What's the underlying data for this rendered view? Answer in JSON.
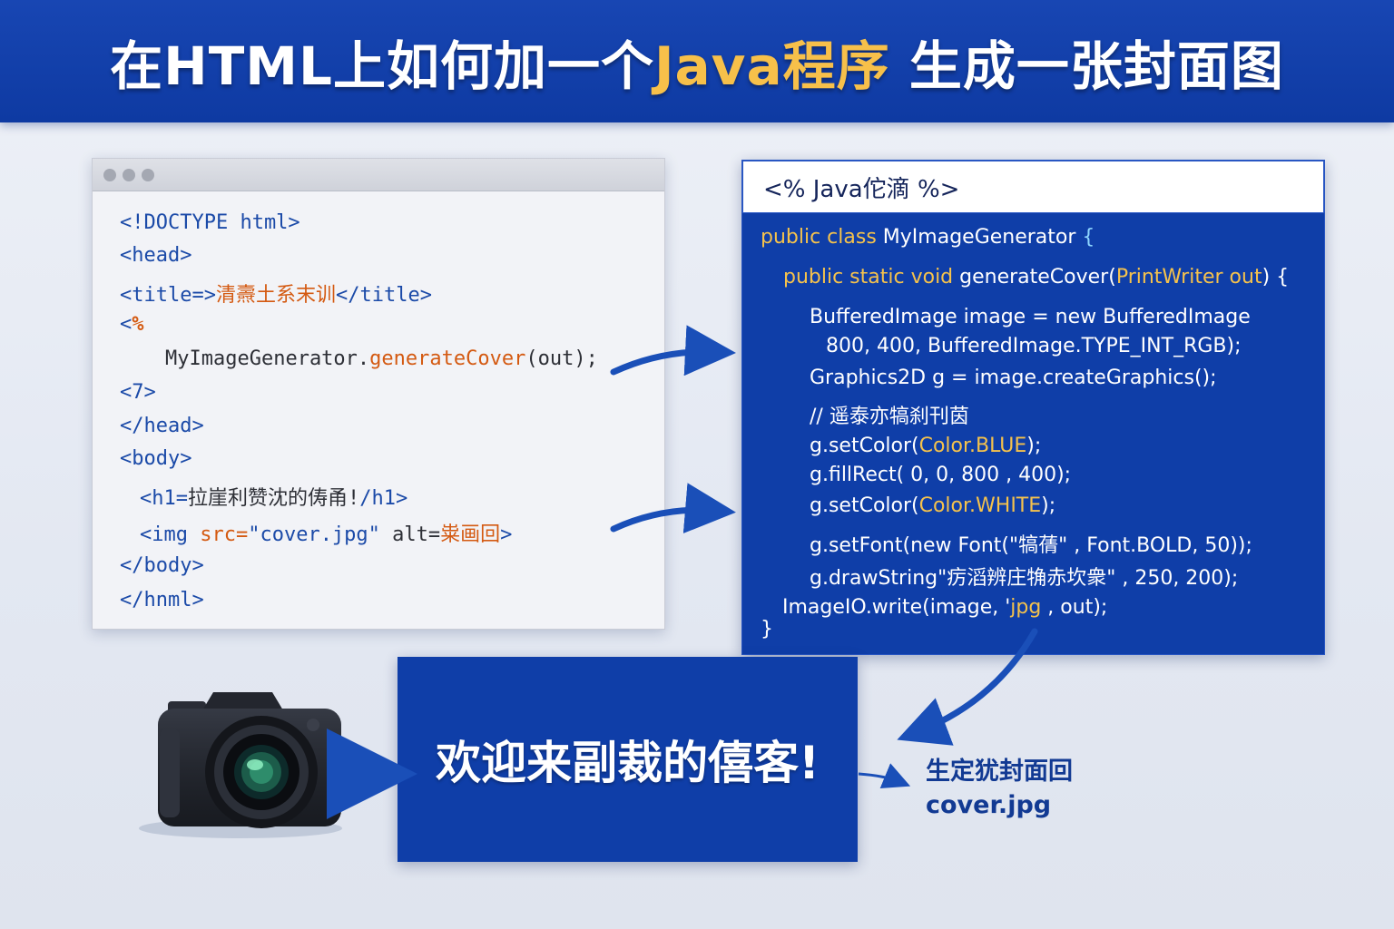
{
  "header": {
    "title_part1": "在HTML上如何加一个",
    "title_highlight": "Java程序",
    "title_part2": " 生成一张封面图"
  },
  "html_code": {
    "lines": [
      {
        "segments": [
          {
            "text": "<!DOCTYPE html>",
            "style": "blue"
          }
        ]
      },
      {
        "segments": [
          {
            "text": "<head>",
            "style": "blue"
          }
        ]
      },
      {
        "segments": [
          {
            "text": "<title=>",
            "style": "blue"
          },
          {
            "text": "清燾土系末训",
            "style": "orange"
          },
          {
            "text": "</title>",
            "style": "blue"
          }
        ]
      },
      {
        "segments": [
          {
            "text": "<",
            "style": "blue"
          },
          {
            "text": "%",
            "style": "orange-bold"
          }
        ]
      },
      {
        "segments": [
          {
            "text": "MyImageGenerator.",
            "style": "dark"
          },
          {
            "text": "generateCover",
            "style": "orange"
          },
          {
            "text": "(out);",
            "style": "dark"
          }
        ]
      },
      {
        "segments": [
          {
            "text": "<7>",
            "style": "blue"
          }
        ]
      },
      {
        "segments": [
          {
            "text": "</head>",
            "style": "blue"
          }
        ]
      },
      {
        "segments": [
          {
            "text": "<body>",
            "style": "blue"
          }
        ]
      },
      {
        "segments": [
          {
            "text": "<h1=",
            "style": "blue"
          },
          {
            "text": "拉崖利赞沈的俦甬!",
            "style": "dark"
          },
          {
            "text": "/h1>",
            "style": "blue"
          }
        ]
      },
      {
        "segments": [
          {
            "text": "<img ",
            "style": "blue"
          },
          {
            "text": "src=",
            "style": "orange"
          },
          {
            "text": "\"cover.jpg\"",
            "style": "blue"
          },
          {
            "text": " alt=",
            "style": "dark"
          },
          {
            "text": "粜画回",
            "style": "orange"
          },
          {
            "text": ">",
            "style": "blue"
          }
        ]
      },
      {
        "segments": [
          {
            "text": "</body>",
            "style": "blue"
          }
        ]
      },
      {
        "segments": [
          {
            "text": "</hnml>",
            "style": "blue"
          }
        ]
      }
    ]
  },
  "java_code": {
    "header": "<% Java佗滴 %>",
    "lines": [
      {
        "segments": [
          {
            "text": "public class ",
            "style": "kw"
          },
          {
            "text": "MyImageGenerator ",
            "style": "white"
          },
          {
            "text": "{",
            "style": "cls"
          }
        ]
      },
      {
        "segments": [
          {
            "text": "public static void ",
            "style": "kw"
          },
          {
            "text": "generateCover(",
            "style": "white"
          },
          {
            "text": "PrintWriter out",
            "style": "kw"
          },
          {
            "text": ") {",
            "style": "white"
          }
        ]
      },
      {
        "segments": [
          {
            "text": "BufferedImage image = new BufferedImage",
            "style": "white"
          }
        ]
      },
      {
        "segments": [
          {
            "text": "800, 400, BufferedImage.TYPE_INT_RGB);",
            "style": "white"
          }
        ]
      },
      {
        "segments": [
          {
            "text": "Graphics2D g = image.createGraphics();",
            "style": "white"
          }
        ]
      },
      {
        "segments": [
          {
            "text": "// 遥泰亦犒刹刊茵",
            "style": "white"
          }
        ]
      },
      {
        "segments": [
          {
            "text": "g.setColor(",
            "style": "white"
          },
          {
            "text": "Color.BLUE",
            "style": "kw"
          },
          {
            "text": ");",
            "style": "white"
          }
        ]
      },
      {
        "segments": [
          {
            "text": "g.fillRect( 0, 0, 800  , 400);",
            "style": "white"
          }
        ]
      },
      {
        "segments": [
          {
            "text": "g.setColor(",
            "style": "white"
          },
          {
            "text": "Color.WHITE",
            "style": "kw"
          },
          {
            "text": ");",
            "style": "white"
          }
        ]
      },
      {
        "segments": [
          {
            "text": "g.setFont(new Font(\"",
            "style": "white"
          },
          {
            "text": "犒蒨",
            "style": "white"
          },
          {
            "text": "\" ,  Font.BOLD, 50));",
            "style": "white"
          }
        ]
      },
      {
        "segments": [
          {
            "text": "g.drawString\"",
            "style": "white"
          },
          {
            "text": "疠滔辨庄觕赤坎衆",
            "style": "white"
          },
          {
            "text": "\" , 250, 200);",
            "style": "white"
          }
        ]
      },
      {
        "segments": [
          {
            "text": "ImageIO.write(image, '",
            "style": "white"
          },
          {
            "text": "jpg",
            "style": "kw"
          },
          {
            "text": " , out);",
            "style": "white"
          }
        ]
      },
      {
        "segments": [
          {
            "text": "}",
            "style": "white"
          }
        ]
      }
    ]
  },
  "welcome": {
    "text": "欢迎来副裁的僖客!"
  },
  "output": {
    "label": "生定犹封面回",
    "filename": "cover.jpg"
  },
  "icons": [
    "camera-icon",
    "arrow-icon"
  ],
  "colors": {
    "banner": "#1846b3",
    "panel_blue": "#0f3ea8",
    "highlight": "#f7c04a",
    "code_blue": "#1b4aa8",
    "code_orange": "#d45a12"
  }
}
